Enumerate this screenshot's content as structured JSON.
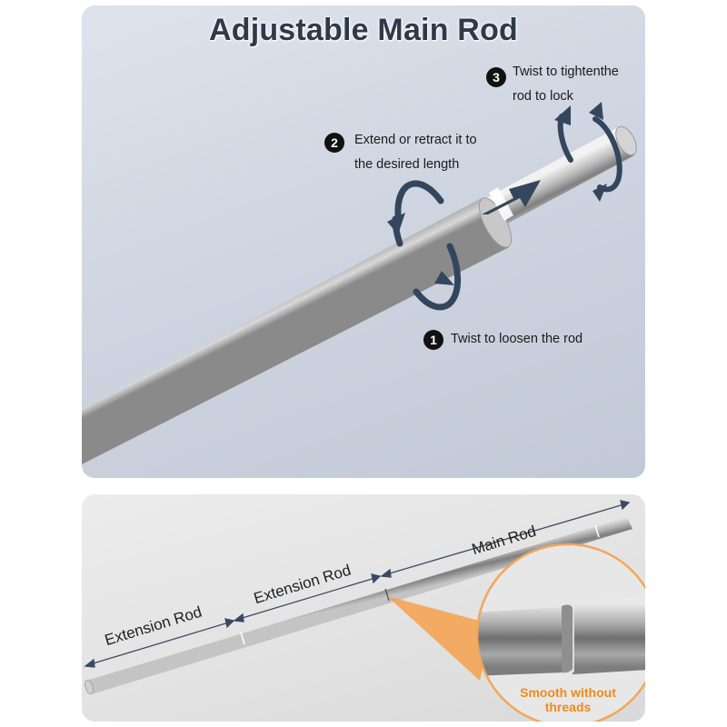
{
  "title": "Adjustable Main Rod",
  "steps": [
    {
      "number": "1",
      "text": "Twist to loosen the rod"
    },
    {
      "number": "2",
      "line1": "Extend or retract it to",
      "line2": "the desired length"
    },
    {
      "number": "3",
      "line1": "Twist to tightenthe",
      "line2": "rod to lock"
    }
  ],
  "rod_labels": {
    "main": "Main Rod",
    "extension_upper": "Extension Rod",
    "extension_lower": "Extension Rod"
  },
  "callout": {
    "line1": "Smooth without",
    "line2": "threads"
  },
  "colors": {
    "title": "#2e3a4b",
    "arrow": "#34465d",
    "callout_text": "#f08a1e",
    "callout_border": "#f2a65a"
  },
  "icons": [
    "rotate-arrow-icon",
    "extend-arrow-icon",
    "dimension-arrow-icon"
  ]
}
